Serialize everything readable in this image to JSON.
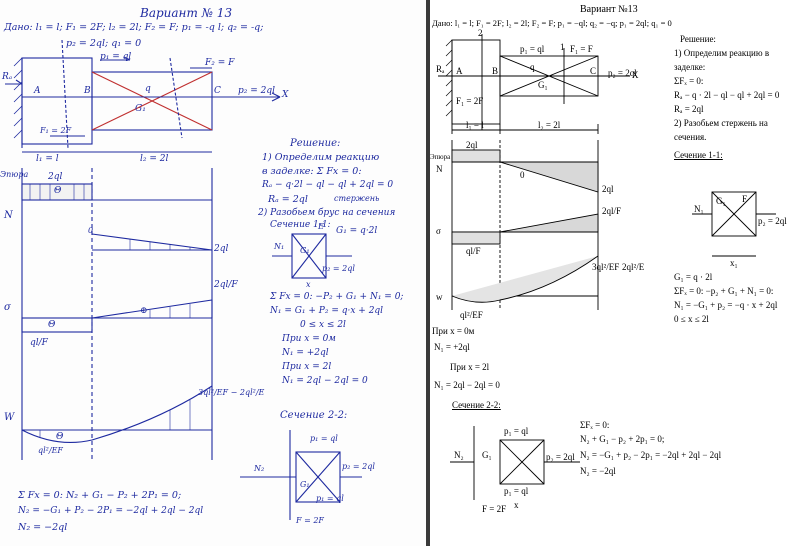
{
  "handwritten": {
    "title": "Вариант № 13",
    "given": "Дано: l₁ = l; F₁ = 2F; l₂ = 2l; F₂ = F; p₁ = -q l; q₂ = -q;",
    "given2": "p₂ = 2ql; q₁ = 0",
    "load_p1": "p₁ = ql",
    "load_F2": "F₂ = F",
    "load_p2": "p₂ = 2ql",
    "load_F1": "F₁ = 2F",
    "load_q": "q",
    "load_G1": "G₁",
    "pt_A": "A",
    "pt_B": "B",
    "pt_C": "C",
    "pt_RA": "Rₐ",
    "pt_X": "X",
    "len1": "l₁ = l",
    "len2": "l₂ = 2l",
    "ep_label": "Эпюра",
    "n_label": "N",
    "s_label": "σ",
    "w_label": "W",
    "n_val_left": "2ql",
    "n_val_right": "2ql",
    "n_sign_left": "Θ",
    "n_zero": "0",
    "s_val_left": "ql/F",
    "s_val_right": "2ql/F",
    "s_sign": "Θ",
    "s_sign_r": "⊕",
    "w_val_left": "ql²/EF",
    "w_val_right": "3ql²/EF − 2ql²/E",
    "w_sign": "Θ",
    "sol_title": "Решение:",
    "sol_1": "1) Определим реакцию",
    "sol_2": "в заделке:  Σ Fx = 0:",
    "sol_3": "Rₐ − q·2l − ql − ql + 2ql = 0",
    "sol_4": "Rₐ = 2ql",
    "sol_4b": "стержень",
    "sol_5": "2) Разобьем брус на сечения",
    "sol_6": "Сечение 1-1:",
    "sol_7": "G₁ = q·2l",
    "sol_8": "Σ Fx = 0: −P₂ + G₁ + N₁ = 0;",
    "sol_9": "N₁ = G₁ + P₂ = q·x + 2ql",
    "sol_10": "0 ≤ x ≤ 2l",
    "sol_11": "При x = 0м",
    "sol_12": "N₁ = +2ql",
    "sol_13": "При x = 2l",
    "sol_14": "N₁ = 2ql − 2ql = 0",
    "sec2_title": "Сечение 2-2:",
    "sec2_p1": "p₁ = ql",
    "sec2_p2": "p₂ = 2ql",
    "sec2_p1b": "p₁ = ql",
    "sec2_F": "F = 2F",
    "sec2_N2": "N₂",
    "sec2_G1": "G₁",
    "sec1_N1": "N₁",
    "sec1_E": "E",
    "sec1_G1": "G₁",
    "sec1_p2": "p₂ = 2ql",
    "sec1_x": "x",
    "eq_1": "Σ Fx = 0:  N₂ + G₁ − P₂ + 2P₁ = 0;",
    "eq_2": "N₂ = −G₁ + P₂ − 2P₁ = −2ql + 2ql − 2ql",
    "eq_3": "N₂ = −2ql"
  },
  "printed": {
    "title": "Вариант №13",
    "given": "Дано: l₁ = l; F₁ = 2F; l₂ = 2l; F₂ = F; p₁ = −ql; q₂ = −q; p₁ = 2ql; q₁ = 0",
    "pt_A": "A",
    "pt_B": "B",
    "pt_C": "C",
    "pt_RA": "Rₐ",
    "pt_X": "X",
    "pt_2": "2",
    "pt_1": "1",
    "load_p1": "p₁ = ql",
    "load_F": "F₁ = F",
    "load_q": "q",
    "load_p2": "p₂ = 2ql",
    "load_G1": "G₁",
    "load_F1": "F₁ = 2F",
    "len1": "l₁ = l",
    "len2": "l₂ = 2l",
    "ep_label": "Эпюра",
    "n_label": "N",
    "s_label": "σ",
    "w_label": "w",
    "n_left": "2ql",
    "n_zero": "0",
    "n_right": "2ql",
    "s_left": "ql/F",
    "s_right": "2ql/F",
    "w_left": "ql²/EF",
    "w_right_a": "3ql²/EF",
    "w_right_b": "2ql²/E",
    "sol_title": "Решение:",
    "sol_1": "1) Определим реакцию в",
    "sol_2": "заделке:",
    "sol_3": "ΣFₓ = 0:",
    "sol_4": "Rₐ − q · 2l − ql − ql + 2ql = 0",
    "sol_5": "Rₐ = 2ql",
    "sol_6": "2) Разобьем стержень на",
    "sol_7": "сечения.",
    "sol_8": "Сечение 1-1:",
    "sec1_N1": "N₁",
    "sec1_G1": "G₁",
    "sec1_F": "F",
    "sec1_p2": "p₂ = 2ql",
    "sec1_x": "x₁",
    "sol_9": "G₁ = q · 2l",
    "sol_10": "ΣFₓ = 0: −p₂ + G₁ + N₁ = 0:",
    "sol_11": "N₁ = −G₁ + p₂ = −q · x + 2ql",
    "sol_12": "0 ≤ x ≤ 2l",
    "pr_x0": "При x = 0м",
    "pr_n1a": "N₁ = +2ql",
    "pr_x2l": "При x = 2l",
    "pr_n1b": "N₁ = 2ql − 2ql = 0",
    "sec2_title": "Сечение 2-2:",
    "sec2_p1": "p₁ = ql",
    "sec2_p2": "p₂ = 2ql",
    "sec2_p1b": "p₁ = ql",
    "sec2_F": "F = 2F",
    "sec2_N2": "N₂",
    "sec2_G1": "G₁",
    "sec2_x": "x",
    "eq_1": "ΣFₓ = 0:",
    "eq_2": "N₂ + G₁ − p₂ + 2p₁ = 0;",
    "eq_3": "N₂ = −G₁ + p₂ − 2p₁ = −2ql + 2ql − 2ql",
    "eq_4": "N₂ = −2ql"
  }
}
